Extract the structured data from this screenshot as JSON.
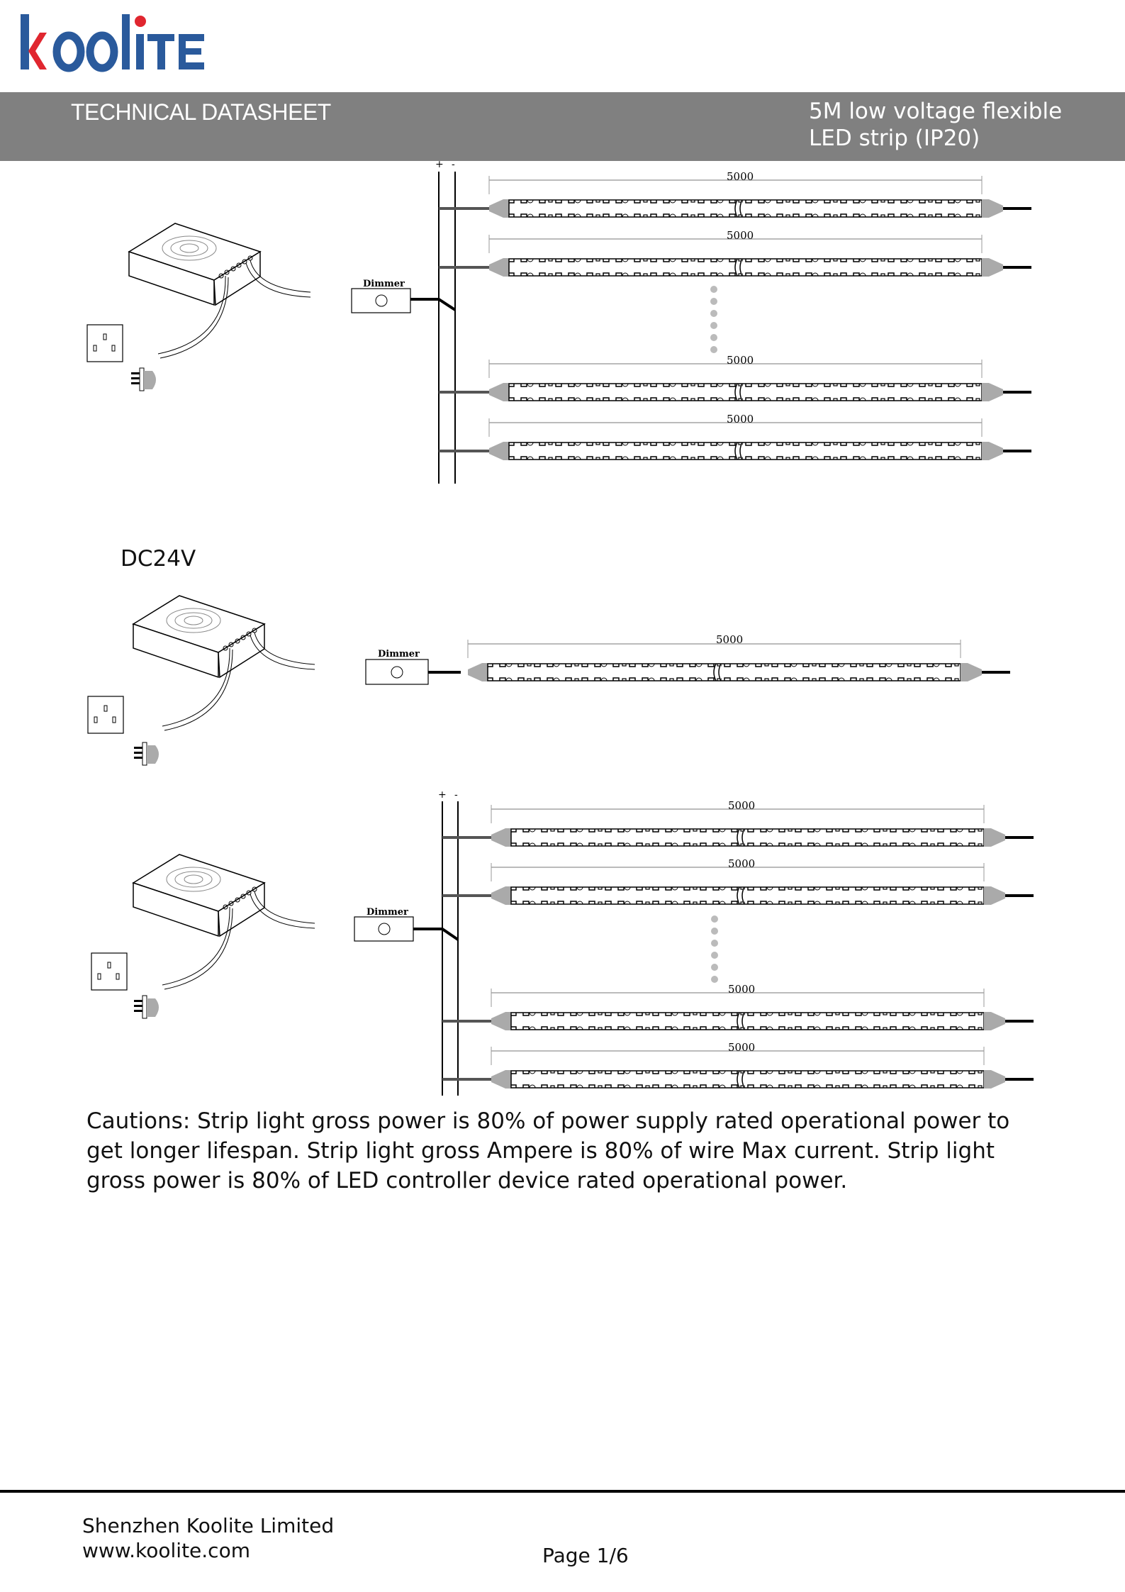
{
  "header": {
    "logo_text": "koolite",
    "left_title": "TECHNICAL DATASHEET",
    "right_title_line1": "5M low voltage flexible",
    "right_title_line2": "LED strip (IP20)"
  },
  "diagram": {
    "plus": "+",
    "minus": "-",
    "dimmer_label": "Dimmer",
    "strip_length": "5000",
    "dc_label": "DC24V"
  },
  "cautions": "Cautions: Strip light gross power is 80% of power supply rated operational power to get longer lifespan. Strip light gross Ampere is 80% of wire Max current. Strip light gross power is 80% of LED controller device rated operational power.",
  "footer": {
    "company": "Shenzhen Koolite Limited",
    "website": "www.koolite.com",
    "page": "Page 1/6"
  },
  "colors": {
    "brand_blue": "#2a5a9c",
    "brand_red": "#e0262f",
    "band": "#808080"
  }
}
